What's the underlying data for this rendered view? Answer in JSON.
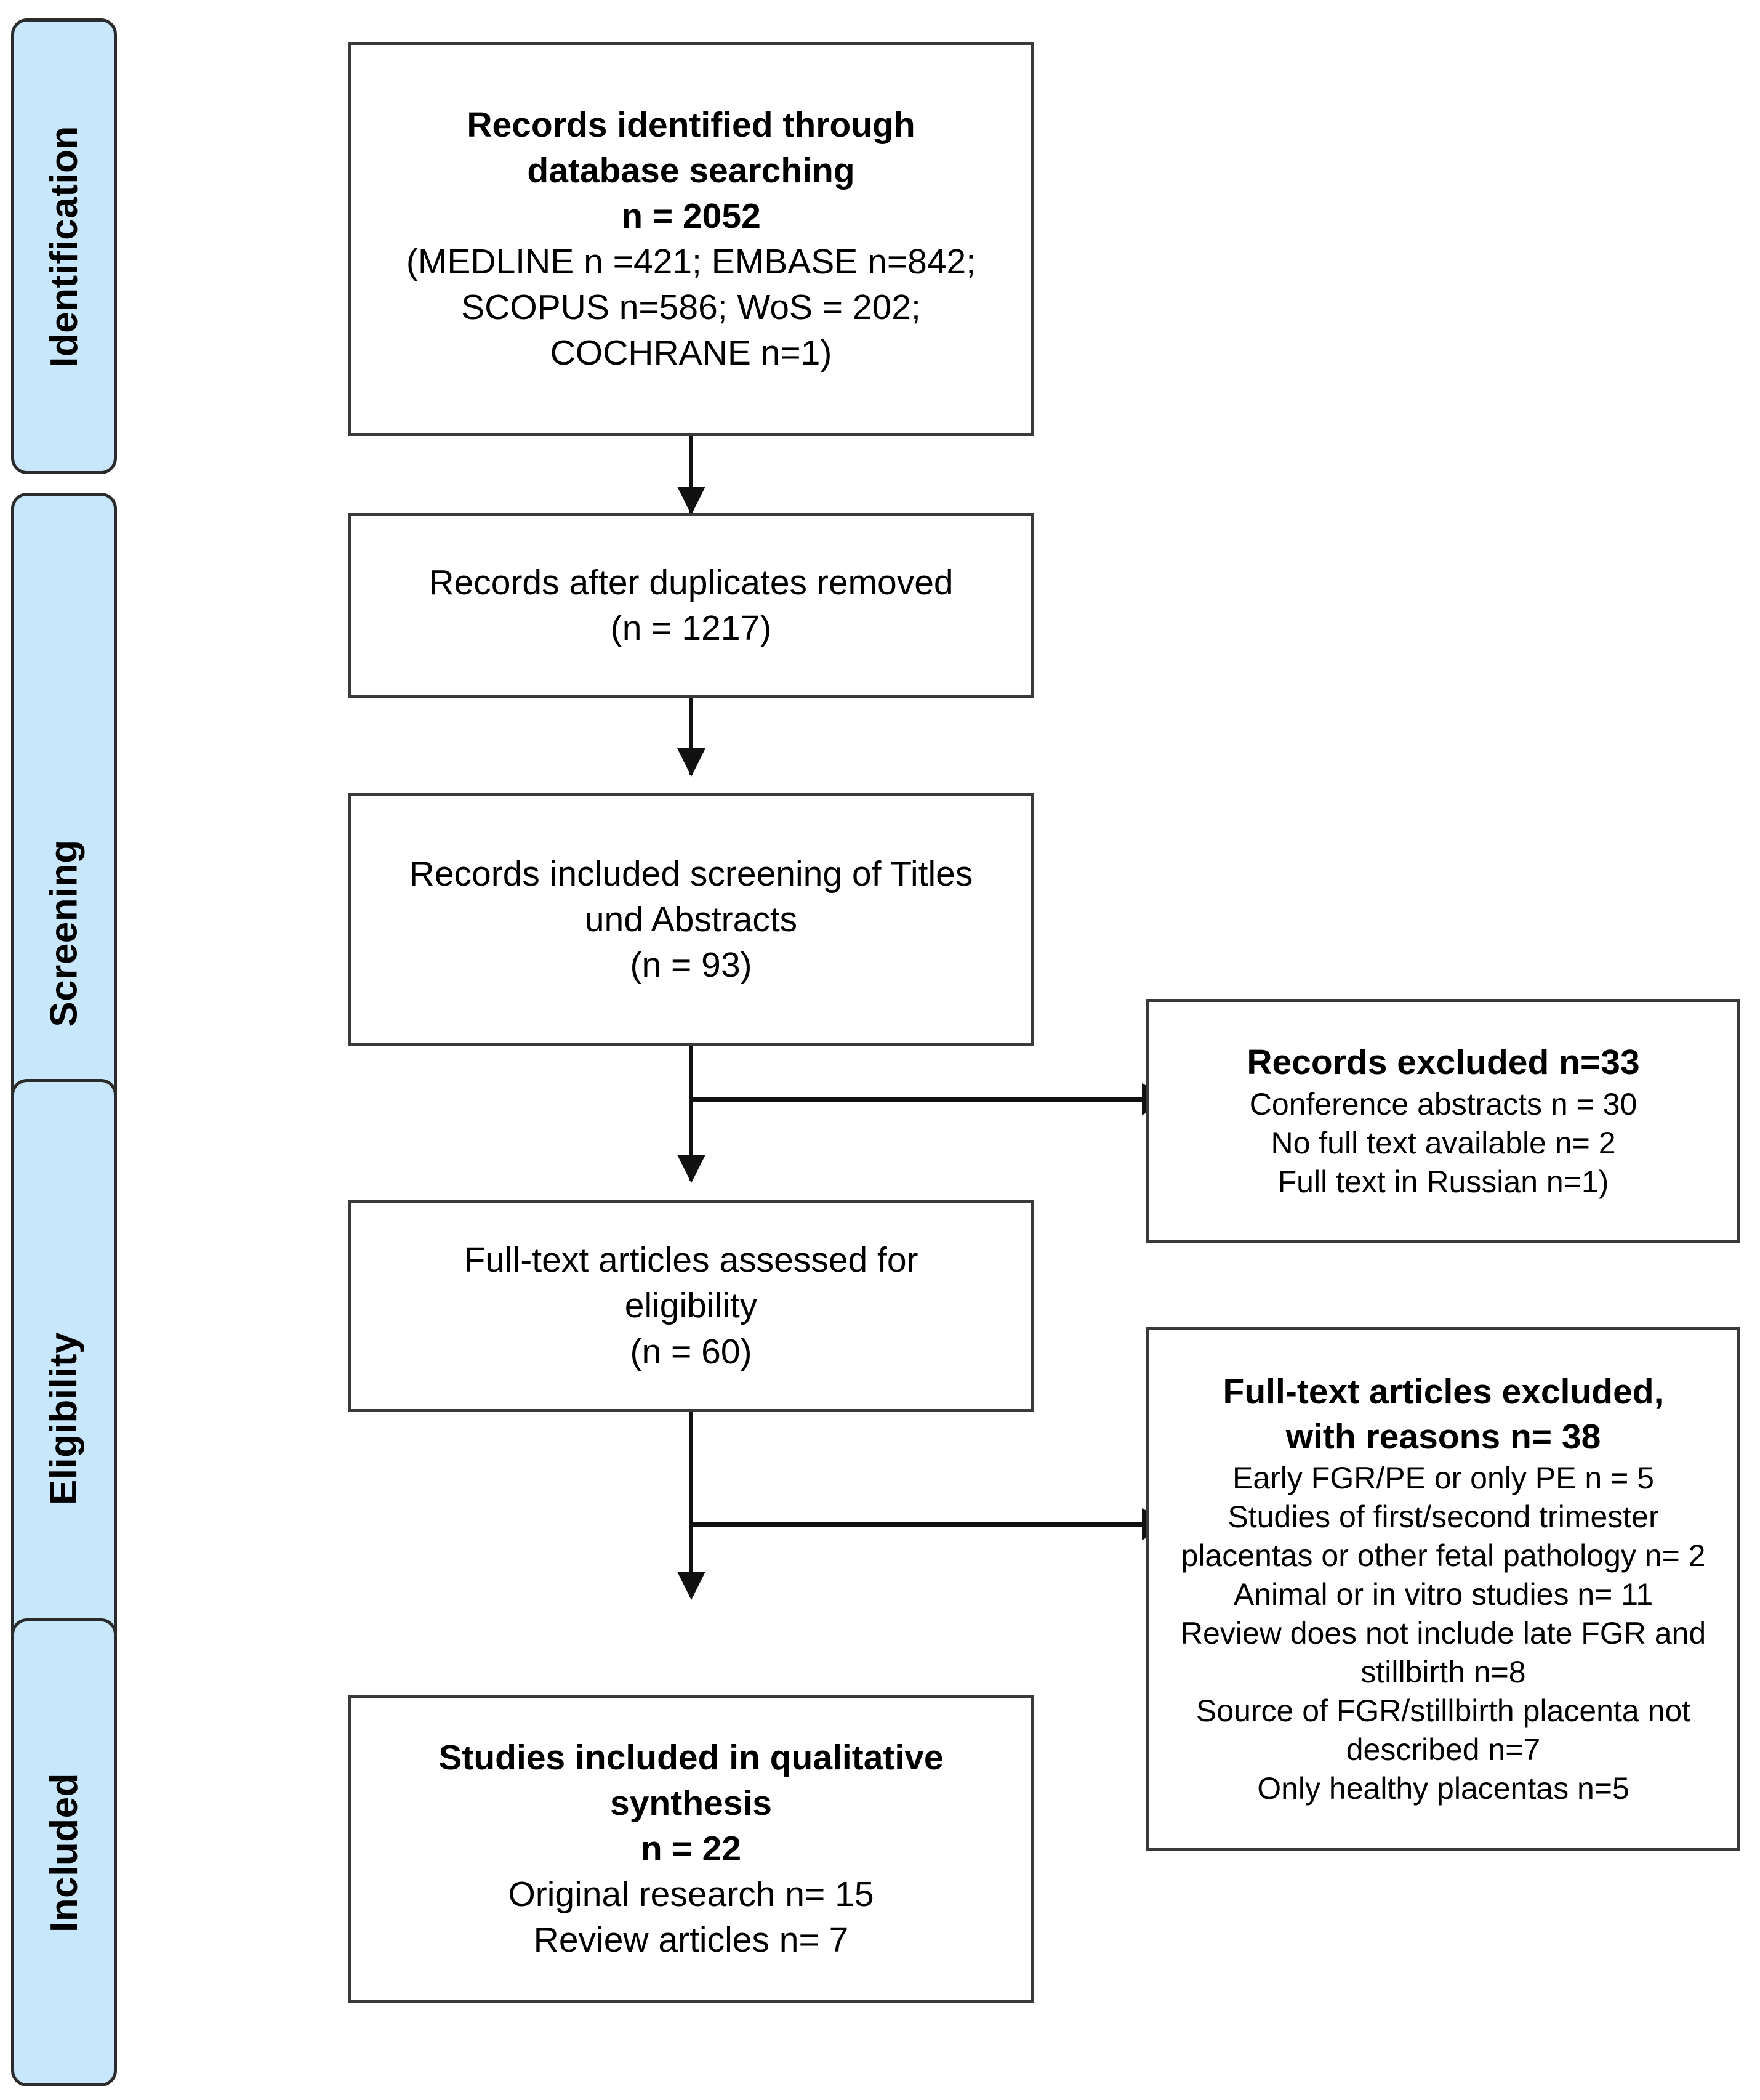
{
  "diagram": {
    "title": "PRISMA flow diagram",
    "accent_blue": "#c9e7fa",
    "border_color": "#3a3a3a",
    "line_color": "#111111"
  },
  "stages": [
    {
      "label": "Identification"
    },
    {
      "label": "Screening"
    },
    {
      "label": "Eligibility"
    },
    {
      "label": "Included"
    }
  ],
  "boxes": {
    "identified": {
      "lines": [
        "Records identified through",
        "database searching",
        "n = 2052",
        "(MEDLINE n =421; EMBASE n=842;",
        "SCOPUS n=586; WoS = 202;",
        "COCHRANE n=1)"
      ]
    },
    "duplicates_removed": {
      "lines": [
        "Records after duplicates removed",
        "(n = 1217)"
      ]
    },
    "screened": {
      "lines": [
        "Records included screening of Titles",
        "und Abstracts",
        "(n = 93)"
      ]
    },
    "records_excluded": {
      "heading": "Records excluded n=33",
      "lines": [
        "Conference abstracts n = 30",
        "No full text available n= 2",
        "Full text in Russian n=1)"
      ]
    },
    "fulltext_assessed": {
      "lines": [
        "Full-text articles assessed for",
        "eligibility",
        "(n = 60)"
      ]
    },
    "fulltext_excluded": {
      "heading_lines": [
        "Full-text articles excluded,",
        "with reasons n= 38"
      ],
      "reasons": [
        "Early FGR/PE or only PE n = 5",
        "Studies of first/second trimester placentas or other fetal pathology n= 2",
        "Animal or in vitro studies n= 11",
        "Review does not include late FGR and stillbirth n=8",
        "Source of FGR/stillbirth placenta not described n=7",
        "Only healthy placentas n=5"
      ]
    },
    "included": {
      "heading_lines": [
        "Studies included in qualitative",
        "synthesis",
        "n = 22"
      ],
      "lines": [
        "Original research n= 15",
        "Review articles n= 7"
      ]
    }
  },
  "icons": {
    "arrow_down": "arrow-down-icon",
    "arrow_right": "arrow-right-icon"
  }
}
